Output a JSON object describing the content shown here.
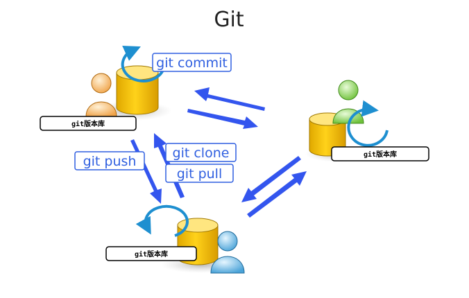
{
  "title": "Git",
  "repositories": [
    {
      "id": "top-left",
      "label": "git版本库",
      "person_color": "orange"
    },
    {
      "id": "right",
      "label": "git版本库",
      "person_color": "green"
    },
    {
      "id": "bottom",
      "label": "git版本库",
      "person_color": "blue"
    }
  ],
  "commands": {
    "commit": "git commit",
    "push": "git push",
    "clone": "git clone",
    "pull": "git pull"
  },
  "colors": {
    "arrow": "#3355ee",
    "cycle_arrow": "#1e8fd0",
    "cylinder": "#f2c200",
    "command_text": "#2f5fe0"
  }
}
